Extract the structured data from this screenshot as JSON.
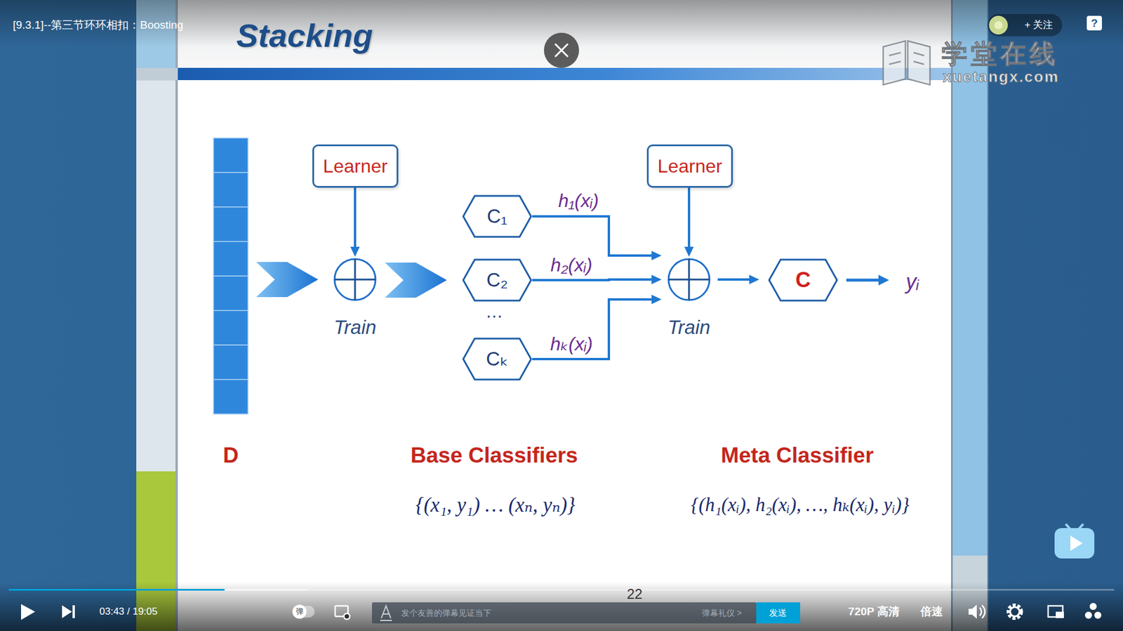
{
  "diagram": {
    "title": "Stacking",
    "nodes": [
      {
        "text": [
          "D"
        ]
      },
      {
        "text": [
          "Learner"
        ]
      },
      {
        "text": [
          "Train"
        ]
      },
      {
        "text": [
          "C₁"
        ]
      },
      {
        "text": [
          "C₂"
        ]
      },
      {
        "text": [
          "Cₖ"
        ]
      },
      {
        "text": [
          "Learner"
        ]
      },
      {
        "text": [
          "Train"
        ]
      },
      {
        "text": [
          "C"
        ]
      }
    ],
    "edges": [
      {
        "from": 0,
        "to": 2,
        "arrow": "to"
      },
      {
        "from": 1,
        "to": 2,
        "arrow": "to"
      },
      {
        "from": 2,
        "to": 4,
        "arrow": "to"
      },
      {
        "from": 3,
        "to": 7,
        "label": "h₁(xᵢ)",
        "arrow": "to"
      },
      {
        "from": 4,
        "to": 7,
        "label": "h₂(xᵢ)",
        "arrow": "to"
      },
      {
        "from": 5,
        "to": 7,
        "label": "hₖ(xᵢ)",
        "arrow": "to"
      },
      {
        "from": 6,
        "to": 7,
        "arrow": "to"
      },
      {
        "from": 7,
        "to": 8,
        "arrow": "to"
      }
    ],
    "labels": [
      "[9.3.1]--第三节环环相扣：Boosting",
      "学堂在线",
      "xuetangx.com",
      "+ 关注",
      "?",
      "…",
      "yᵢ",
      "Base Classifiers",
      "{(x₁, y₁) … (xₙ, yₙ)}",
      "Meta Classifier",
      "{(h₁(xᵢ), h₂(xᵢ), …, hₖ(xᵢ), yᵢ)}",
      "22",
      "03:43 / 19:05",
      "弹",
      "发个友善的弹幕见证当下",
      "弹幕礼仪 >",
      "发送",
      "720P 高清",
      "倍速"
    ]
  }
}
